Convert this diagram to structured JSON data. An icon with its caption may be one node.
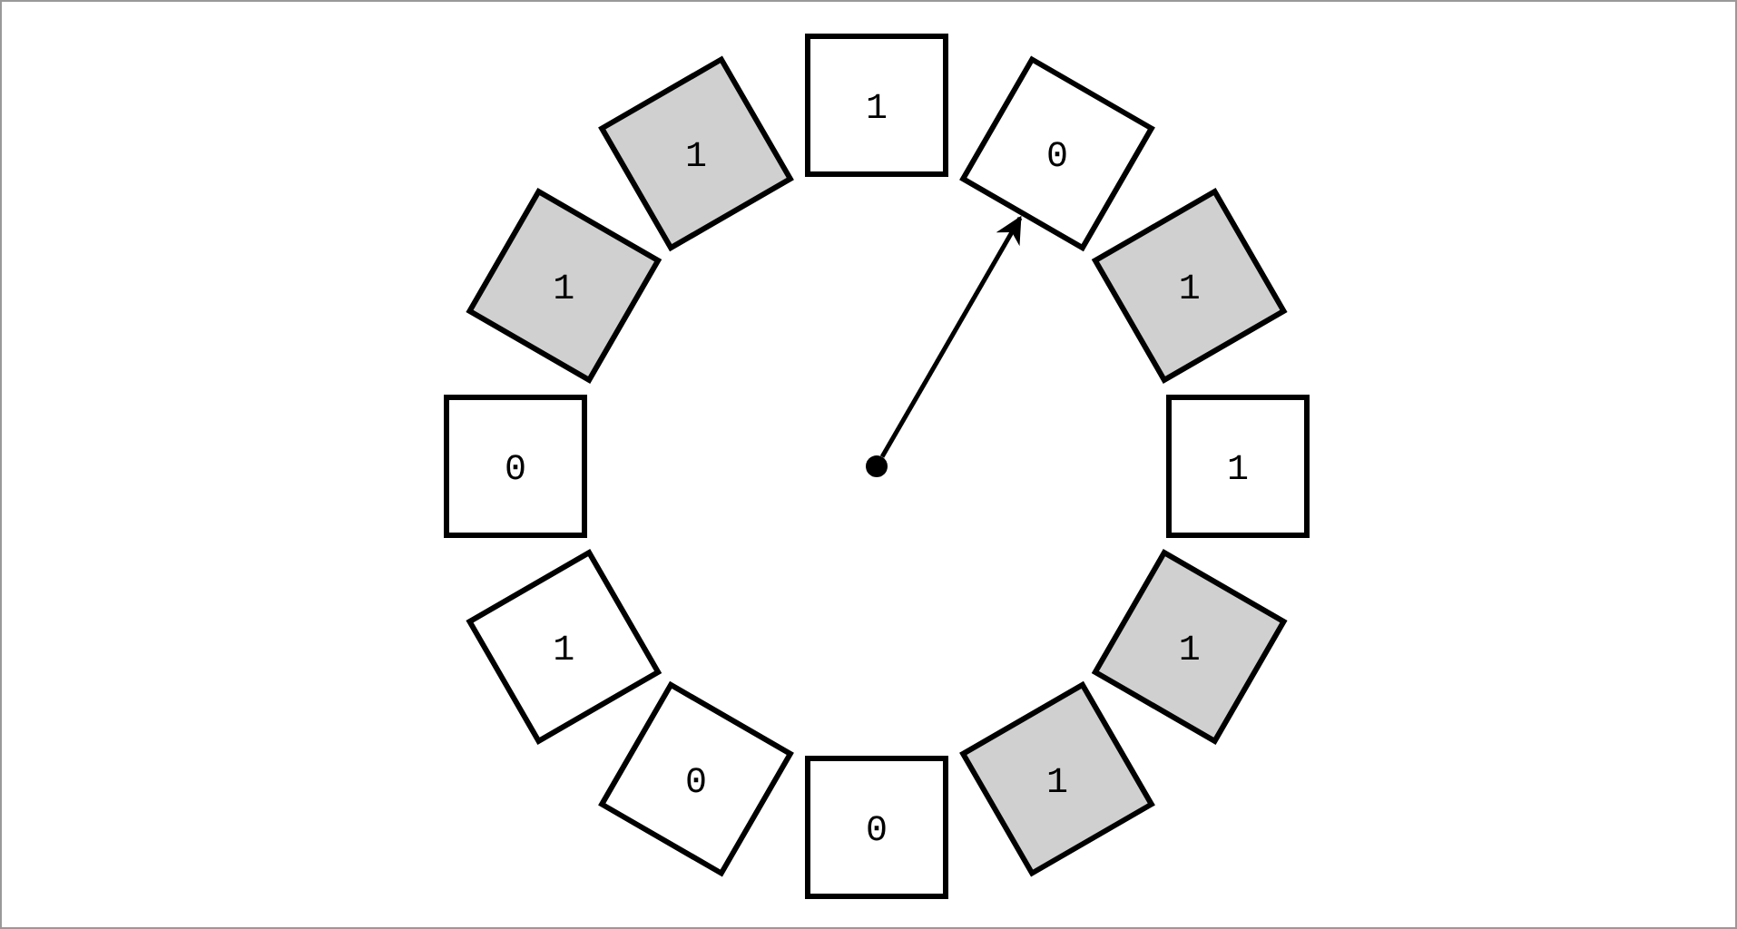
{
  "diagram": {
    "nodes": [
      {
        "text": [
          "1"
        ]
      },
      {
        "text": [
          "0"
        ]
      },
      {
        "text": [
          "1"
        ]
      },
      {
        "text": [
          "1"
        ]
      },
      {
        "text": [
          "1"
        ]
      },
      {
        "text": [
          "1"
        ]
      },
      {
        "text": [
          "0"
        ]
      },
      {
        "text": [
          "0"
        ]
      },
      {
        "text": [
          "1"
        ]
      },
      {
        "text": [
          "0"
        ]
      },
      {
        "text": [
          "1"
        ]
      },
      {
        "text": [
          "1"
        ]
      },
      {
        "text": [],
        "shape": "circle"
      }
    ],
    "edges": [
      {
        "from": 12,
        "to": 1,
        "arrow": "to"
      }
    ]
  }
}
